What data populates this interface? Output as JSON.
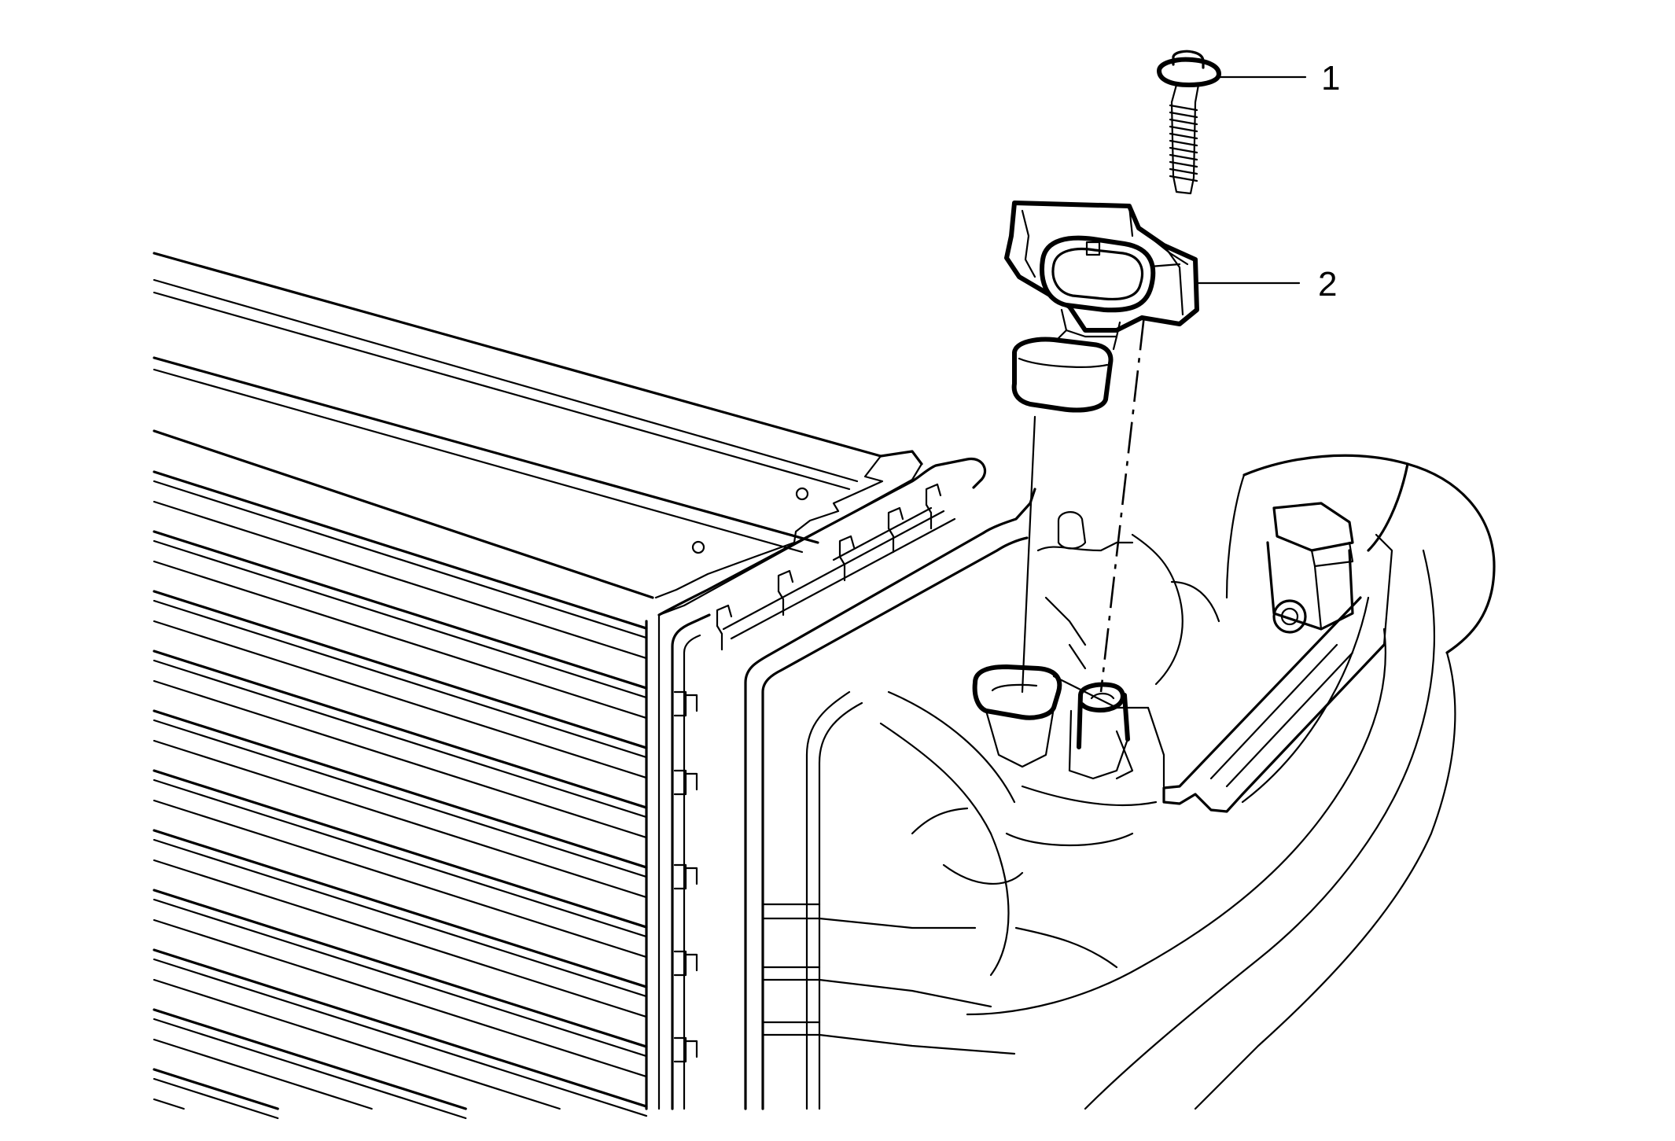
{
  "callouts": [
    {
      "id": "1",
      "label": "1",
      "part": "bolt"
    },
    {
      "id": "2",
      "label": "2",
      "part": "sensor"
    }
  ]
}
